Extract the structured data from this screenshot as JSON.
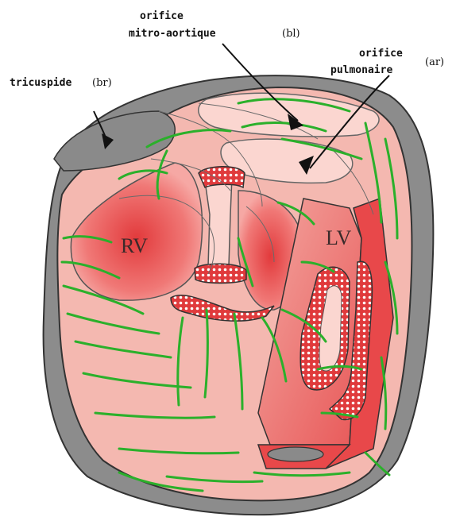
{
  "labels": {
    "tricuspide": {
      "name": "tricuspide",
      "code": "(br)"
    },
    "mitro": {
      "line1": "orifice",
      "line2": "mitro-aortique",
      "code": "(bl)"
    },
    "pulmonaire": {
      "line1": "orifice",
      "line2": "pulmonaire",
      "code": "(ar)"
    },
    "rv": "RV",
    "lv": "LV"
  },
  "colors": {
    "outer_shell": "#8c8c8c",
    "inner_flesh": "#f4b8b0",
    "light_flesh": "#fbd6d0",
    "cavity_red": "#e8484a",
    "isochrone_line": "#2bb02b",
    "contour_line": "#555555"
  }
}
